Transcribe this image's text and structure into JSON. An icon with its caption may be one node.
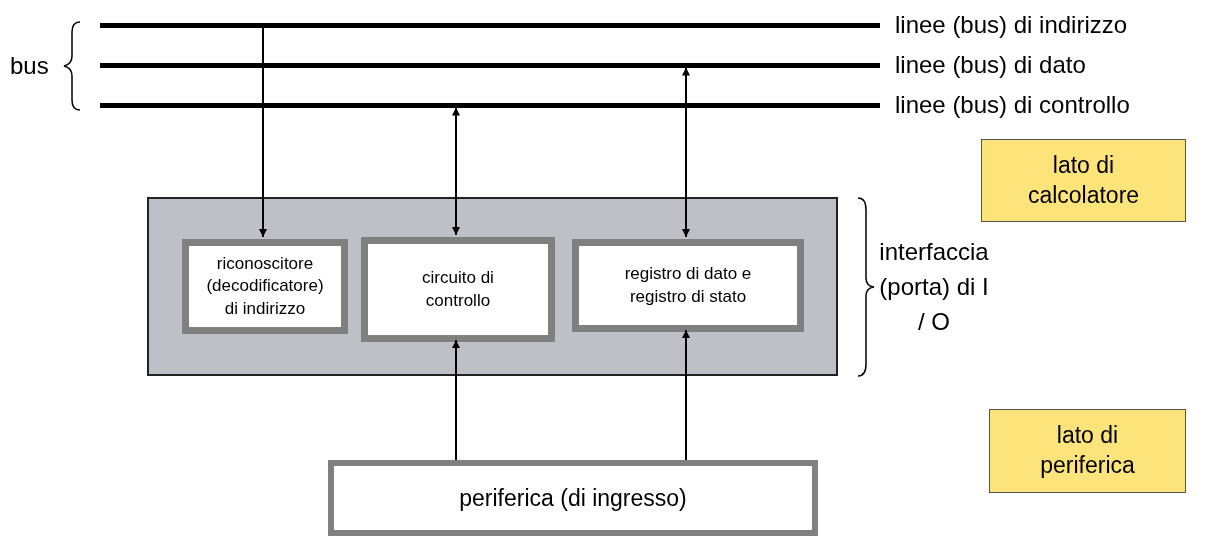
{
  "diagram": {
    "nodes": [
      {
        "text": [
          "linee (bus) di indirizzo"
        ]
      },
      {
        "text": [
          "linee (bus) di dato"
        ]
      },
      {
        "text": [
          "linee (bus) di controllo"
        ]
      },
      {
        "text": [],
        "shape": "box"
      },
      {
        "text": [
          "riconoscitore (decodificatore) di indirizzo"
        ],
        "in": 3
      },
      {
        "text": [
          "circuito di controllo"
        ],
        "in": 3
      },
      {
        "text": [
          "registro di dato e registro di stato"
        ],
        "in": 3
      },
      {
        "text": [
          "periferica (di ingresso)"
        ]
      },
      {
        "text": [
          "lato di calcolatore"
        ]
      },
      {
        "text": [
          "lato di periferica"
        ]
      }
    ],
    "edges": [
      {
        "from": 0,
        "to": 4,
        "arrow": "to"
      },
      {
        "from": 5,
        "to": 2,
        "arrow": "both"
      },
      {
        "from": 6,
        "to": 1,
        "arrow": "both"
      },
      {
        "from": 7,
        "to": 5,
        "arrow": "to"
      },
      {
        "from": 7,
        "to": 6,
        "arrow": "to"
      }
    ],
    "labels": [
      "bus",
      "interfaccia (porta) di I / O"
    ]
  }
}
